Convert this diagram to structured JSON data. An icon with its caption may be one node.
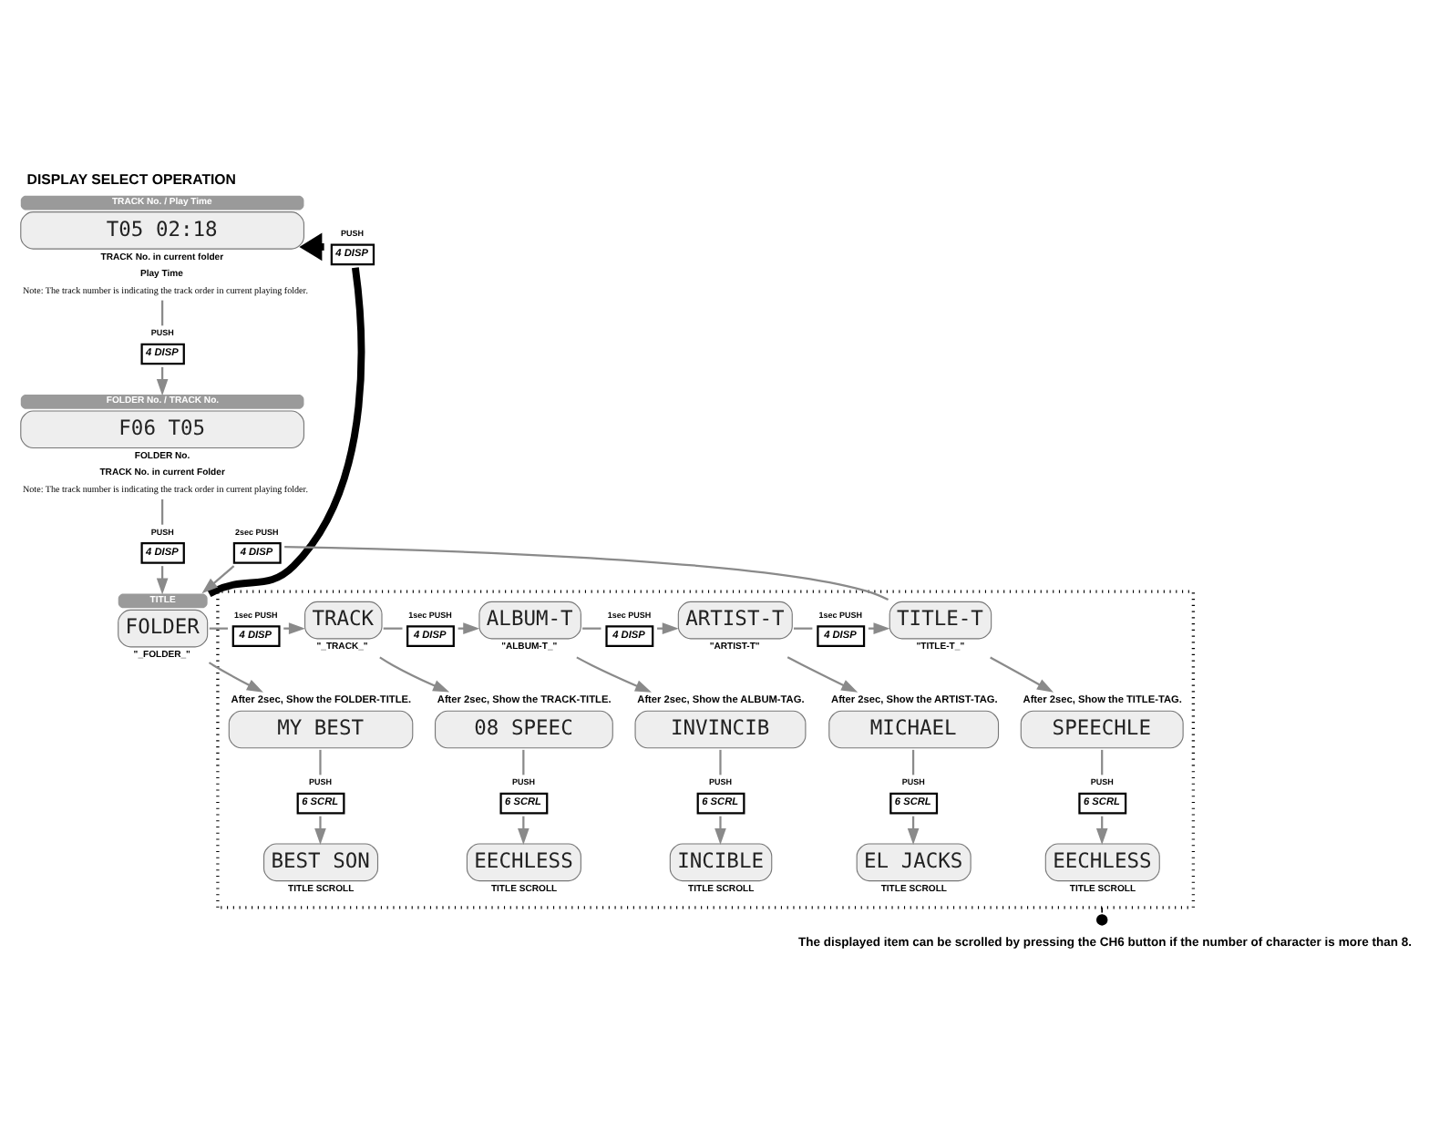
{
  "diagram": {
    "title": "DISPLAY SELECT OPERATION",
    "nodes": [
      {
        "text": [
          "TRACK No. / Play Time",
          "T05 02:18"
        ],
        "beside": [
          "TRACK No. in current folder",
          "Play Time",
          "Note: The track number is indicating the track order in current playing folder."
        ]
      },
      {
        "text": [
          "4 DISP"
        ],
        "beside": [
          "PUSH"
        ]
      },
      {
        "text": [
          "FOLDER No. / TRACK No.",
          "F06 T05"
        ],
        "beside": [
          "FOLDER No.",
          "TRACK No. in current Folder",
          "Note: The track number is indicating the track order in current playing folder."
        ]
      },
      {
        "text": [
          "4 DISP"
        ],
        "beside": [
          "PUSH"
        ]
      },
      {
        "text": [
          "TITLE",
          "FOLDER"
        ],
        "beside": [
          "\"_FOLDER_\""
        ]
      },
      {
        "text": [
          "4 DISP"
        ],
        "beside": [
          "PUSH"
        ]
      },
      {
        "text": [
          "4 DISP"
        ],
        "beside": [
          "2sec PUSH"
        ]
      },
      {
        "text": [],
        "shape": "box"
      },
      {
        "text": [
          "After 2sec, Show the FOLDER-TITLE.",
          "MY BEST"
        ],
        "in": 7
      },
      {
        "text": [
          "6 SCRL"
        ],
        "beside": [
          "PUSH"
        ],
        "in": 7
      },
      {
        "text": [
          "BEST SON"
        ],
        "beside": [
          "TITLE SCROLL"
        ],
        "in": 7
      },
      {
        "text": [
          "4 DISP"
        ],
        "beside": [
          "1sec PUSH"
        ],
        "in": 7
      },
      {
        "text": [
          "TRACK"
        ],
        "beside": [
          "\"_TRACK_\""
        ],
        "in": 7
      },
      {
        "text": [
          "After 2sec, Show the TRACK-TITLE.",
          "08 SPEEC"
        ],
        "in": 7
      },
      {
        "text": [
          "6 SCRL"
        ],
        "beside": [
          "PUSH"
        ],
        "in": 7
      },
      {
        "text": [
          "EECHLESS"
        ],
        "beside": [
          "TITLE SCROLL"
        ],
        "in": 7
      },
      {
        "text": [
          "4 DISP"
        ],
        "beside": [
          "1sec PUSH"
        ],
        "in": 7
      },
      {
        "text": [
          "ALBUM-T"
        ],
        "beside": [
          "\"ALBUM-T_\""
        ],
        "in": 7
      },
      {
        "text": [
          "After 2sec, Show the ALBUM-TAG.",
          "INVINCIB"
        ],
        "in": 7
      },
      {
        "text": [
          "6 SCRL"
        ],
        "beside": [
          "PUSH"
        ],
        "in": 7
      },
      {
        "text": [
          "INCIBLE"
        ],
        "beside": [
          "TITLE SCROLL"
        ],
        "in": 7
      },
      {
        "text": [
          "4 DISP"
        ],
        "beside": [
          "1sec PUSH"
        ],
        "in": 7
      },
      {
        "text": [
          "ARTIST-T"
        ],
        "beside": [
          "\"ARTIST-T\""
        ],
        "in": 7
      },
      {
        "text": [
          "After 2sec, Show the ARTIST-TAG.",
          "MICHAEL"
        ],
        "in": 7
      },
      {
        "text": [
          "6 SCRL"
        ],
        "beside": [
          "PUSH"
        ],
        "in": 7
      },
      {
        "text": [
          "EL JACKS"
        ],
        "beside": [
          "TITLE SCROLL"
        ],
        "in": 7
      },
      {
        "text": [
          "4 DISP"
        ],
        "beside": [
          "1sec PUSH"
        ],
        "in": 7
      },
      {
        "text": [
          "TITLE-T"
        ],
        "beside": [
          "\"TITLE-T_\""
        ],
        "in": 7
      },
      {
        "text": [
          "After 2sec, Show the TITLE-TAG.",
          "SPEECHLE"
        ],
        "in": 7
      },
      {
        "text": [
          "6 SCRL"
        ],
        "beside": [
          "PUSH"
        ],
        "in": 7
      },
      {
        "text": [
          "EECHLESS"
        ],
        "beside": [
          "TITLE SCROLL"
        ],
        "in": 7
      },
      {
        "text": [
          "The displayed item can be scrolled by pressing the CH6 button if the number of character is more than 8."
        ]
      }
    ],
    "edges": [
      {
        "from": 0,
        "to": 1,
        "arrow": "none"
      },
      {
        "from": 1,
        "to": 2,
        "arrow": "to"
      },
      {
        "from": 2,
        "to": 3,
        "arrow": "none"
      },
      {
        "from": 3,
        "to": 4,
        "arrow": "to"
      },
      {
        "from": 4,
        "to": 5,
        "arrow": "none",
        "style": "thick",
        "color": "#000000"
      },
      {
        "from": 5,
        "to": 0,
        "arrow": "to",
        "style": "thick",
        "color": "#000000"
      },
      {
        "from": 4,
        "to": 8,
        "arrow": "to"
      },
      {
        "from": 8,
        "to": 9,
        "arrow": "none"
      },
      {
        "from": 9,
        "to": 10,
        "arrow": "to"
      },
      {
        "from": 4,
        "to": 11,
        "arrow": "none"
      },
      {
        "from": 11,
        "to": 12,
        "arrow": "to"
      },
      {
        "from": 12,
        "to": 13,
        "arrow": "to"
      },
      {
        "from": 13,
        "to": 14,
        "arrow": "none"
      },
      {
        "from": 14,
        "to": 15,
        "arrow": "to"
      },
      {
        "from": 12,
        "to": 16,
        "arrow": "none"
      },
      {
        "from": 16,
        "to": 17,
        "arrow": "to"
      },
      {
        "from": 17,
        "to": 18,
        "arrow": "to"
      },
      {
        "from": 18,
        "to": 19,
        "arrow": "none"
      },
      {
        "from": 19,
        "to": 20,
        "arrow": "to"
      },
      {
        "from": 17,
        "to": 21,
        "arrow": "none"
      },
      {
        "from": 21,
        "to": 22,
        "arrow": "to"
      },
      {
        "from": 22,
        "to": 23,
        "arrow": "to"
      },
      {
        "from": 23,
        "to": 24,
        "arrow": "none"
      },
      {
        "from": 24,
        "to": 25,
        "arrow": "to"
      },
      {
        "from": 22,
        "to": 26,
        "arrow": "none"
      },
      {
        "from": 26,
        "to": 27,
        "arrow": "to"
      },
      {
        "from": 27,
        "to": 28,
        "arrow": "to"
      },
      {
        "from": 28,
        "to": 29,
        "arrow": "none"
      },
      {
        "from": 29,
        "to": 30,
        "arrow": "to"
      },
      {
        "from": 27,
        "to": 6,
        "arrow": "none"
      },
      {
        "from": 6,
        "to": 4,
        "arrow": "to"
      },
      {
        "from": 7,
        "to": 31,
        "arrow": "other",
        "style": "dashed",
        "color": "#000000"
      }
    ]
  }
}
